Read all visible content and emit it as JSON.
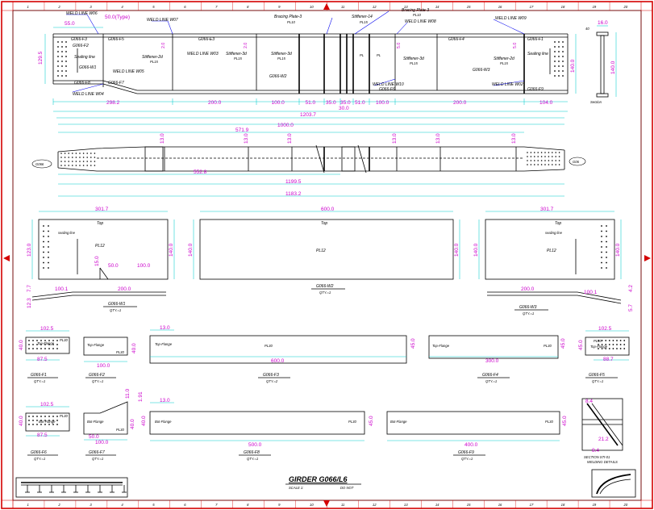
{
  "sheet": {
    "title": "GIRDER G066/L6",
    "scale": "SCALE 1:",
    "job": "DO NOT",
    "grid_cols": [
      "1",
      "2",
      "3",
      "4",
      "5",
      "6",
      "7",
      "8",
      "9",
      "10",
      "11",
      "12",
      "13",
      "14",
      "15",
      "16",
      "17",
      "18",
      "19",
      "20"
    ]
  },
  "elevation": {
    "labels": {
      "weld_w06": "WELD LINE W06",
      "type": "50.0(Type)",
      "g066_f3": "G066-F3",
      "g066_f5": "G066-F5",
      "weld_w07": "WELD LINE W07",
      "bracing1": "Bracing Plate-3",
      "bracing1b": "PL10",
      "stiffener14": "Stiffener-14",
      "stiffener14b": "PL15",
      "bracing2": "Bracing Plate-3",
      "bracing2b": "PL10",
      "weld_w08": "WELD LINE W08",
      "weld_w09": "WELD LINE W09",
      "g066_f4": "G066-F4",
      "g066_f1": "G066-F1",
      "g066_e3": "G066-E3",
      "weld_w03": "WELD LINE W03",
      "stiff1": "Stiffener-2d",
      "stiff1b": "PL15",
      "stiff2": "Stiffener-3d",
      "stiff2b": "PL15",
      "stiff3": "Stiffener-3d",
      "stiff3b": "PL15",
      "g066_w1": "G066-W1",
      "g066_w2": "G066-W2",
      "g066_w3": "G066-W3",
      "sealing1": "Sealing line",
      "sealing2": "Sealing line",
      "g066_f7": "G066-F7",
      "g066_f8": "G066-F8",
      "g066_f6": "G066-F6",
      "g066_f9": "G066-F9",
      "weld_w05": "WELD LINE W05",
      "weld_w04": "WELD LINE W04",
      "weld_w10": "WELD LINE W10",
      "weld_w02": "WELD LINE W02",
      "stiff4": "Stiffener-3d",
      "stiff4b": "PL15",
      "stiff5": "Stiffener-2d",
      "stiff5b": "PL15",
      "g066_f2": "G066-F2",
      "pl_mid": "PL",
      "pl_mid2": "PL",
      "h_left": "129.5",
      "h_right": "140.0",
      "d_top_left": "55.0",
      "s1": "2.0",
      "s2": "2.0",
      "s3": "5.0",
      "s4": "5.0",
      "sec_w": "16.0",
      "sec_h": "140.0",
      "sec_t": "40",
      "sec_lbl": "Section",
      "segs": [
        "298.2",
        "200.0",
        "100.0",
        "51.0",
        "35.0",
        "35.0",
        "51.0",
        "100.0",
        "200.0",
        "104.0"
      ],
      "mid": "30.0",
      "total": "1203.7"
    }
  },
  "plan": {
    "labels": {
      "d1": "1000.0",
      "d2": "571.9",
      "d3": "552.8",
      "d4": "1199.5",
      "d5": "1183.2",
      "spaces": [
        "13.0",
        "13.0",
        "13.0",
        "13.0",
        "13.0",
        "13.0"
      ],
      "left_tag": "G066",
      "right_tag": "G06"
    }
  },
  "webs": {
    "w1": {
      "width": "301.7",
      "height": "123.0",
      "right_h": "140.0",
      "top": "Top",
      "seal": "sealing line",
      "plate": "PL12",
      "d50": "50.0",
      "d100": "100.0",
      "d15": "15.0",
      "b1": "100.1",
      "b2": "200.0",
      "s1": "7.7",
      "s2": "12.3",
      "caption": "G066-W1",
      "qty": "QTY.=1"
    },
    "w2": {
      "width": "600.0",
      "h1": "140.0",
      "h2": "140.0",
      "top": "Top",
      "plate": "PL12",
      "caption": "G066-W2",
      "qty": "QTY.=1"
    },
    "w3": {
      "width": "301.7",
      "h1": "140.0",
      "h2": "140.0",
      "top": "Top",
      "seal": "sealing line",
      "plate": "PL12",
      "b1": "200.0",
      "b2": "100.1",
      "s1": "4.2",
      "s2": "5.7",
      "caption": "G066-W3",
      "qty": "QTY.=1"
    }
  },
  "flanges_top": {
    "f1": {
      "w": "102.5",
      "b": "87.5",
      "h": "40.0",
      "label": "Top-Flange",
      "plate": "PL30",
      "caption": "G066-F1",
      "qty": "QTY.=1"
    },
    "f2": {
      "w": "100.0",
      "h": "40.0",
      "label": "Top-Flange",
      "plate": "PL30",
      "caption": "G066-F2",
      "qty": "QTY.=1"
    },
    "f3": {
      "top": "13.0",
      "w": "600.0",
      "h": "45.0",
      "label": "Top-Flange",
      "plate": "PL30",
      "caption": "G066-F3",
      "qty": "QTY.=2"
    },
    "f4": {
      "w": "300.0",
      "h": "45.0",
      "label": "Top-Flange",
      "plate": "PL30",
      "caption": "G066-F4",
      "qty": "QTY.=1"
    },
    "f5": {
      "w": "102.5",
      "b": "88.7",
      "h": "45.0",
      "label": "Top-Flange",
      "plate": "PL30",
      "caption": "G066-F5",
      "qty": "QTY.=1"
    }
  },
  "flanges_bot": {
    "f6": {
      "w": "102.5",
      "b": "87.5",
      "h": "40.0",
      "label": "Bot-Flange",
      "plate": "PL30",
      "caption": "G066-F6",
      "qty": "QTY.=1"
    },
    "f7": {
      "w": "100.0",
      "d": "50.0",
      "h": "40.0",
      "a": "1.91",
      "b": "11.0",
      "label": "Bot-Flange",
      "plate": "PL30",
      "caption": "G066-F7",
      "qty": "QTY.=1"
    },
    "f8": {
      "top": "13.0",
      "w": "500.0",
      "h": "40.0",
      "h2": "45.0",
      "label": "Bot-Flange",
      "plate": "PL30",
      "caption": "G066-F8",
      "qty": "QTY.=1"
    },
    "f9": {
      "w": "400.0",
      "h": "45.0",
      "label": "Bot-Flange",
      "plate": "PL30",
      "caption": "G066-F9",
      "qty": "QTY.=1"
    }
  },
  "detail": {
    "a": "8.4",
    "b": "21.2",
    "c": "8.4",
    "caption": "SECTION STI-01",
    "sub": "WELDING DETAILS"
  }
}
